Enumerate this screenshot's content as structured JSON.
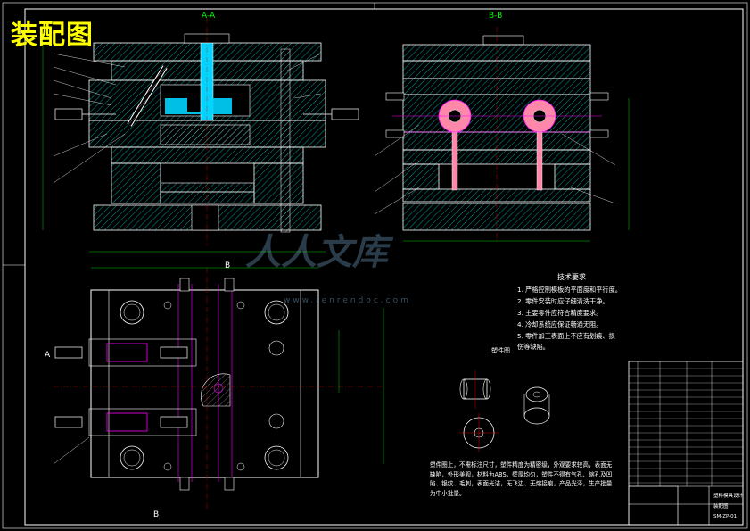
{
  "title": "装配图",
  "views": {
    "section_aa": "A-A",
    "section_bb": "B-B",
    "arrow_b_top": "B",
    "arrow_b_bottom": "B",
    "arrow_a_left": "A"
  },
  "tech_requirements": {
    "heading": "技术要求",
    "items": [
      "1. 严格控制模板的平面度和平行度。",
      "2. 零件安装时应仔细清洗干净。",
      "3. 主要零件应符合精度要求。",
      "4. 冷却系统应保证畅通无阻。",
      "5. 零件加工表面上不应有划痕、损",
      "   伤等缺陷。"
    ]
  },
  "part_drawing": {
    "heading": "塑件图"
  },
  "part_note": "塑件图上，不需标注尺寸，塑件精度为精密级，外观要求较高，表面无缺陷，外形美观，材料为ABS，壁厚均匀，塑件不得有气孔、缩孔及凹陷、银纹、毛刺，表面光洁，无飞边、无熔接痕，产品光泽，生产批量为中小批量。",
  "watermark": {
    "brand": "人人文库",
    "url": "www.renrendoc.com"
  },
  "title_block": {
    "name": "塑料模具设计",
    "drawing_no": "装配图",
    "code": "SM-ZP-01"
  },
  "colors": {
    "background": "#000000",
    "outline": "#ffffff",
    "hatch": "#00ffff",
    "title": "#ffff00",
    "magenta": "#ff00ff",
    "green": "#00ff00",
    "red": "#ff0000"
  }
}
